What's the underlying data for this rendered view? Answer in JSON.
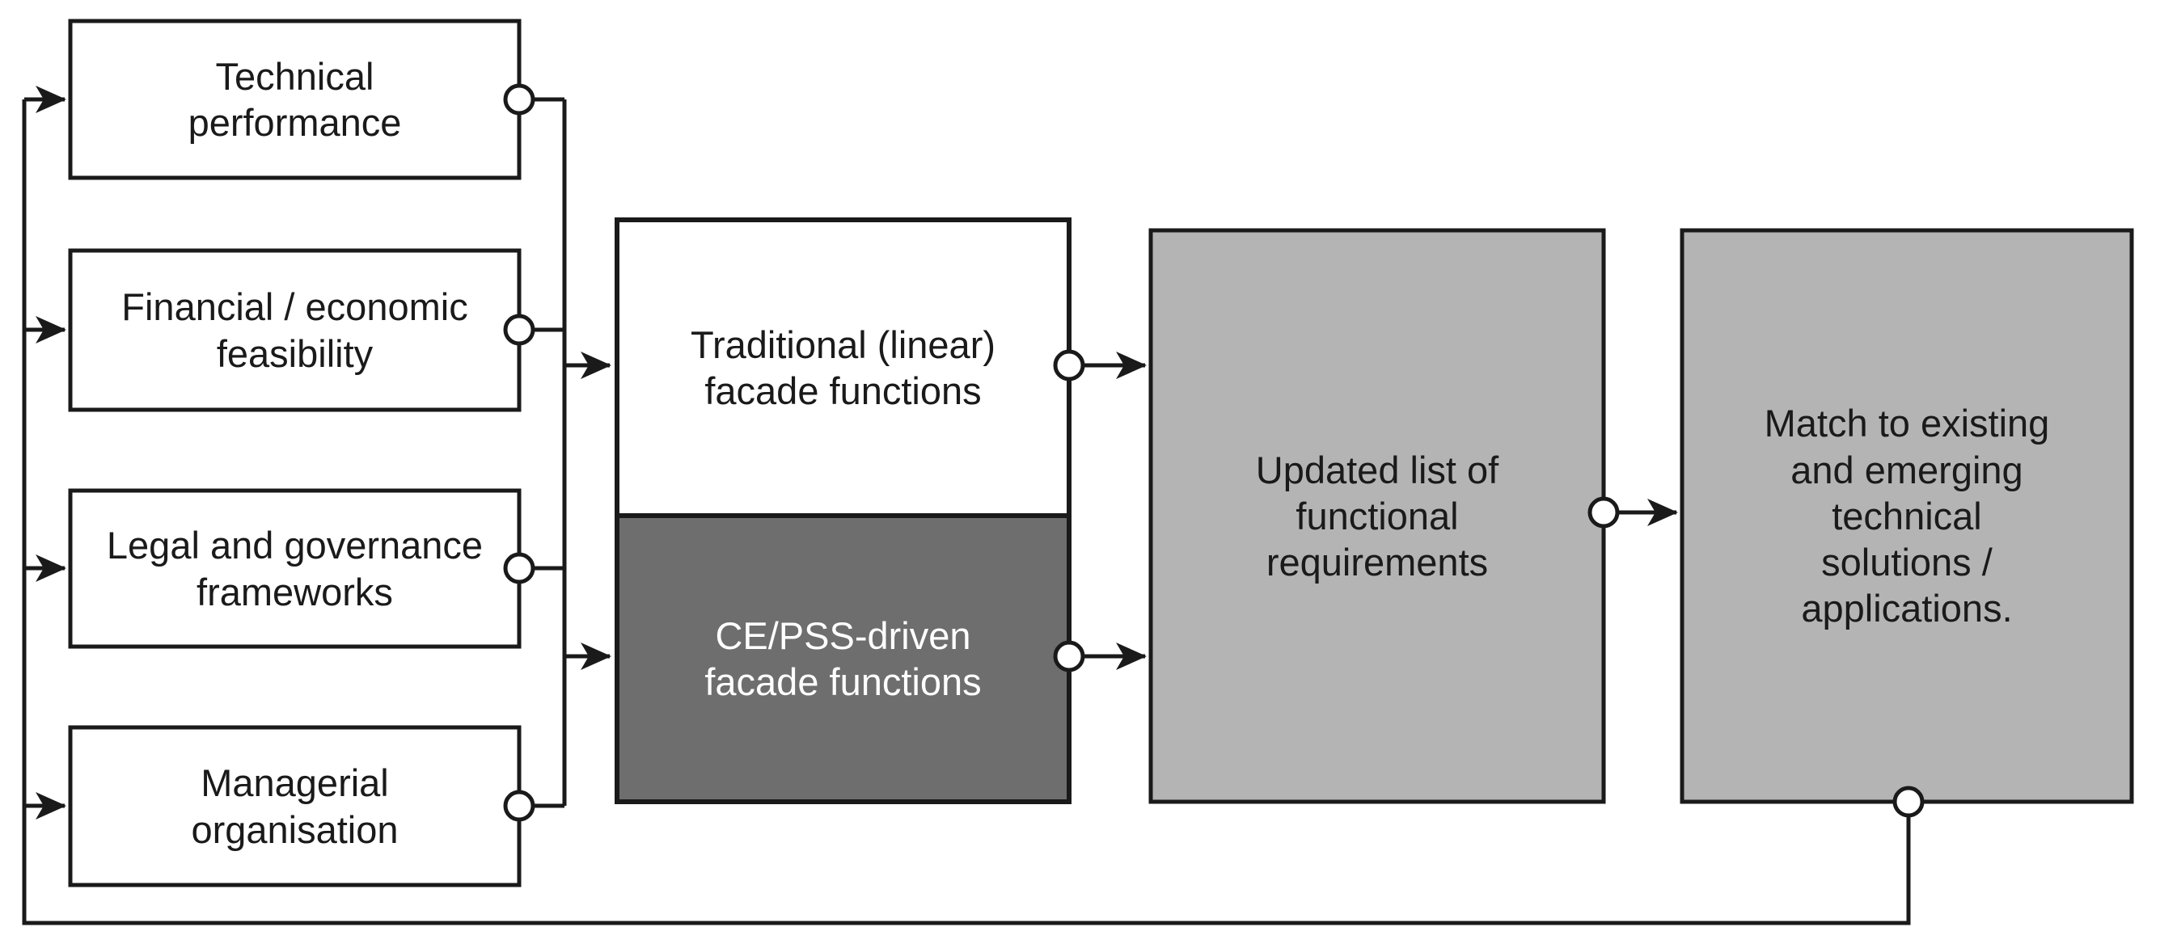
{
  "diagram": {
    "type": "process-flow",
    "description": "Facade functions requirement-mapping flow with feedback loop"
  },
  "nodes": {
    "inputs": [
      {
        "id": "technical-performance",
        "label": "Technical\nperformance"
      },
      {
        "id": "financial-economic",
        "label": "Financial / economic\nfeasibility"
      },
      {
        "id": "legal-governance",
        "label": "Legal and governance\nframeworks"
      },
      {
        "id": "managerial",
        "label": "Managerial\norganisation"
      }
    ],
    "functions": [
      {
        "id": "traditional-functions",
        "label": "Traditional (linear)\nfacade functions",
        "variant": "white"
      },
      {
        "id": "cepss-functions",
        "label": "CE/PSS-driven\nfacade functions",
        "variant": "dark"
      }
    ],
    "outputs": [
      {
        "id": "updated-list",
        "label": "Updated list of\nfunctional\nrequirements",
        "variant": "gray"
      },
      {
        "id": "match",
        "label": "Match to existing\nand emerging\ntechnical\nsolutions /\napplications.",
        "variant": "gray"
      }
    ]
  },
  "colors": {
    "line": "#1a1a1a",
    "light_gray_fill": "#b4b4b4",
    "dark_gray_fill": "#6e6e6e",
    "white_fill": "#ffffff",
    "text_dark": "#1a1a1a",
    "text_light": "#ffffff"
  }
}
